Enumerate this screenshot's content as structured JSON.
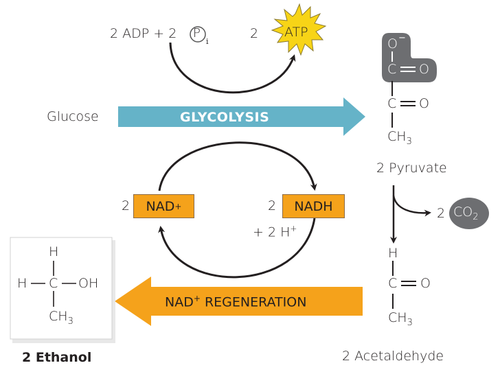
{
  "title": "Alcohol fermentation",
  "atp_section": {
    "input_label": "2 ADP + 2",
    "phosphate_symbol": "P",
    "phosphate_subscript": "i",
    "output_coefficient": "2",
    "output_label": "ATP"
  },
  "glycolysis": {
    "substrate": "Glucose",
    "arrow_label": "GLYCOLYSIS"
  },
  "nad_cycle": {
    "nad_coefficient": "2",
    "nad_label": "NAD",
    "nad_superscript": "+",
    "nadh_coefficient": "2",
    "nadh_label": "NADH",
    "proton_label": "+ 2 H",
    "proton_superscript": "+"
  },
  "pyruvate": {
    "label": "2 Pyruvate",
    "structure": {
      "o_minus": "O",
      "minus": "−",
      "c1": "C",
      "o1": "O",
      "c2": "C",
      "o2": "O",
      "ch": "CH",
      "sub3": "3"
    }
  },
  "co2": {
    "coefficient": "2",
    "label": "CO",
    "subscript": "2"
  },
  "acetaldehyde": {
    "label": "2 Acetaldehyde",
    "structure": {
      "h": "H",
      "c": "C",
      "o": "O",
      "ch": "CH",
      "sub3": "3"
    }
  },
  "regeneration": {
    "arrow_label": "NAD",
    "arrow_superscript": "+",
    "arrow_label_rest": " REGENERATION"
  },
  "ethanol": {
    "label": "2 Ethanol",
    "structure": {
      "h_top": "H",
      "h_left": "H",
      "c": "C",
      "oh": "OH",
      "ch": "CH",
      "sub3": "3"
    }
  },
  "colors": {
    "glycolysis_arrow": "#65b3c8",
    "regeneration_arrow": "#f5a21b",
    "nad_box": "#f5a21b",
    "atp_burst": "#f7d417",
    "co2_blob": "#6d6e71",
    "carboxyl_highlight": "#6d6e71",
    "ink": "#231f20"
  }
}
